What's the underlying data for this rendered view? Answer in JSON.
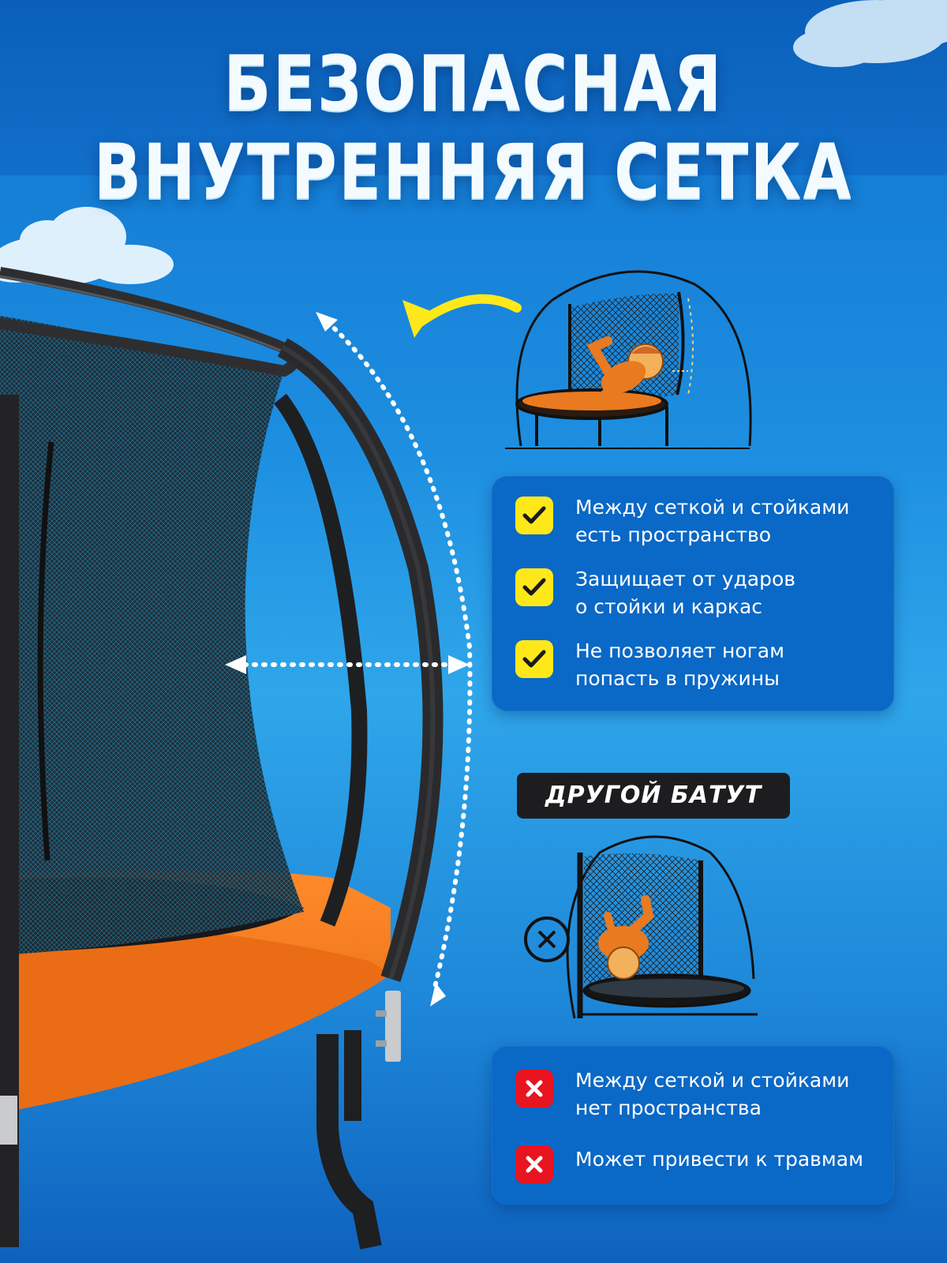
{
  "title": {
    "line1": "БЕЗОПАСНАЯ",
    "line2": "ВНУТРЕННЯЯ СЕТКА"
  },
  "good_panel": {
    "items": [
      {
        "text": "Между сеткой и стойками\nесть пространство",
        "icon": "checkmark-icon"
      },
      {
        "text": "Защищает от ударов\nо стойки и каркас",
        "icon": "checkmark-icon"
      },
      {
        "text": "Не позволяет ногам\nпопасть в пружины",
        "icon": "checkmark-icon"
      }
    ],
    "icon_color": "#ffe81a"
  },
  "other_label": "ДРУГОЙ БАТУТ",
  "bad_panel": {
    "items": [
      {
        "text": "Между сеткой и стойками\nнет пространства",
        "icon": "cross-icon"
      },
      {
        "text": "Может привести к травмам",
        "icon": "cross-icon"
      }
    ],
    "icon_color": "#e8141f"
  },
  "colors": {
    "sky": "#1d8ee0",
    "frame_orange": "#f07a1e",
    "pole_dark": "#2a2a2c",
    "arrow_yellow": "#ffe81a"
  }
}
